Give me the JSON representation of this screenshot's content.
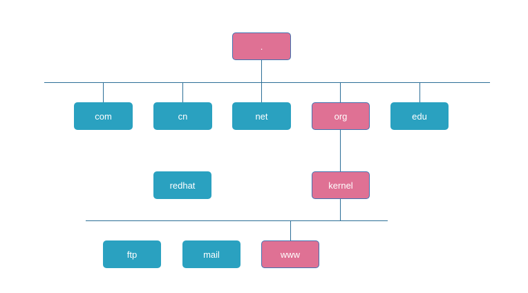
{
  "diagram": {
    "nodes": [
      {
        "id": "root",
        "label": ".",
        "color": "#df7194",
        "highlighted": true
      },
      {
        "id": "com",
        "label": "com",
        "color": "#2aa1c0",
        "highlighted": false
      },
      {
        "id": "cn",
        "label": "cn",
        "color": "#2aa1c0",
        "highlighted": false
      },
      {
        "id": "net",
        "label": "net",
        "color": "#2aa1c0",
        "highlighted": false
      },
      {
        "id": "org",
        "label": "org",
        "color": "#df7194",
        "highlighted": true
      },
      {
        "id": "edu",
        "label": "edu",
        "color": "#2aa1c0",
        "highlighted": false
      },
      {
        "id": "redhat",
        "label": "redhat",
        "color": "#2aa1c0",
        "highlighted": false
      },
      {
        "id": "kernel",
        "label": "kernel",
        "color": "#df7194",
        "highlighted": true
      },
      {
        "id": "ftp",
        "label": "ftp",
        "color": "#2aa1c0",
        "highlighted": false
      },
      {
        "id": "mail",
        "label": "mail",
        "color": "#2aa1c0",
        "highlighted": false
      },
      {
        "id": "www",
        "label": "www",
        "color": "#df7194",
        "highlighted": true
      }
    ],
    "edges": [
      {
        "from": "root",
        "to": "com"
      },
      {
        "from": "root",
        "to": "cn"
      },
      {
        "from": "root",
        "to": "net"
      },
      {
        "from": "root",
        "to": "org"
      },
      {
        "from": "root",
        "to": "edu"
      },
      {
        "from": "org",
        "to": "kernel"
      },
      {
        "from": "kernel",
        "to": "www"
      }
    ],
    "colors": {
      "node_default": "#2aa1c0",
      "node_highlight": "#df7194",
      "connector": "#2a6d96",
      "label": "#ffffff"
    }
  }
}
